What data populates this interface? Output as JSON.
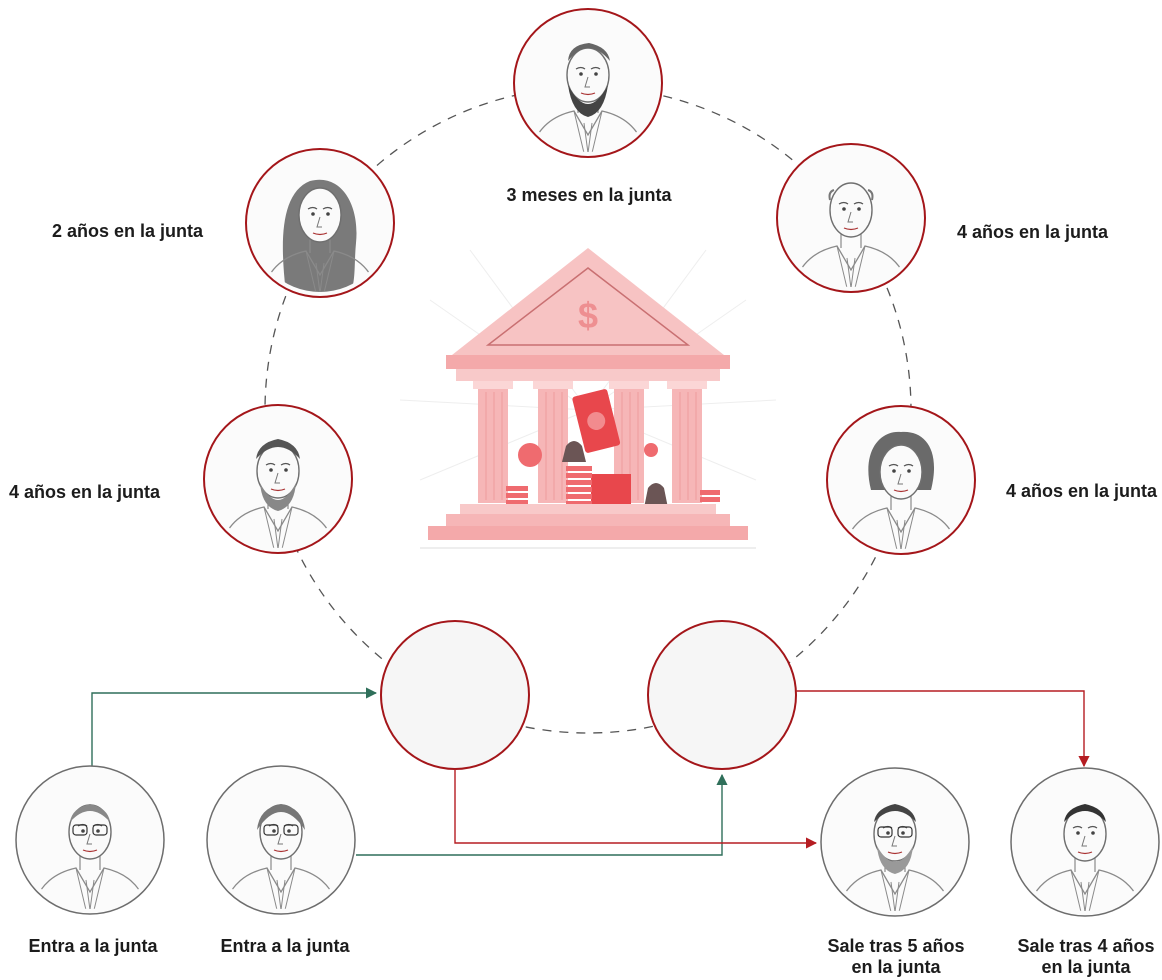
{
  "colors": {
    "ring_red": "#a4161a",
    "ring_gray": "#6d6d6d",
    "arrow_green": "#2f6f5a",
    "arrow_red": "#b51d22",
    "bank_pink": "#f7b9b9",
    "bank_pink_dark": "#ee8f91",
    "accent_red": "#e8474c",
    "dash_gray": "#555555"
  },
  "board_members": [
    {
      "id": "top",
      "label": "3 meses en la junta",
      "portrait": "man-with-beard-icon"
    },
    {
      "id": "upper-left",
      "label": "2 años en la junta",
      "portrait": "woman-with-long-hair-icon"
    },
    {
      "id": "upper-right",
      "label": "4 años en la junta",
      "portrait": "bald-man-icon"
    },
    {
      "id": "middle-left",
      "label": "4 años en la junta",
      "portrait": "man-with-beard-icon"
    },
    {
      "id": "middle-right",
      "label": "4 años en la junta",
      "portrait": "woman-curly-hair-icon"
    }
  ],
  "empty_seats": [
    {
      "id": "seat-left"
    },
    {
      "id": "seat-right"
    }
  ],
  "incoming": [
    {
      "id": "in-1",
      "label": "Entra a la junta",
      "portrait": "man-with-glasses-icon"
    },
    {
      "id": "in-2",
      "label": "Entra a la junta",
      "portrait": "woman-with-glasses-icon"
    }
  ],
  "outgoing": [
    {
      "id": "out-1",
      "label_line1": "Sale tras 5 años",
      "label_line2": "en la junta",
      "portrait": "man-glasses-beard-icon"
    },
    {
      "id": "out-2",
      "label_line1": "Sale tras 4 años",
      "label_line2": "en la junta",
      "portrait": "man-in-suit-icon"
    }
  ],
  "center": {
    "icon": "central-bank-icon",
    "symbol": "$"
  }
}
